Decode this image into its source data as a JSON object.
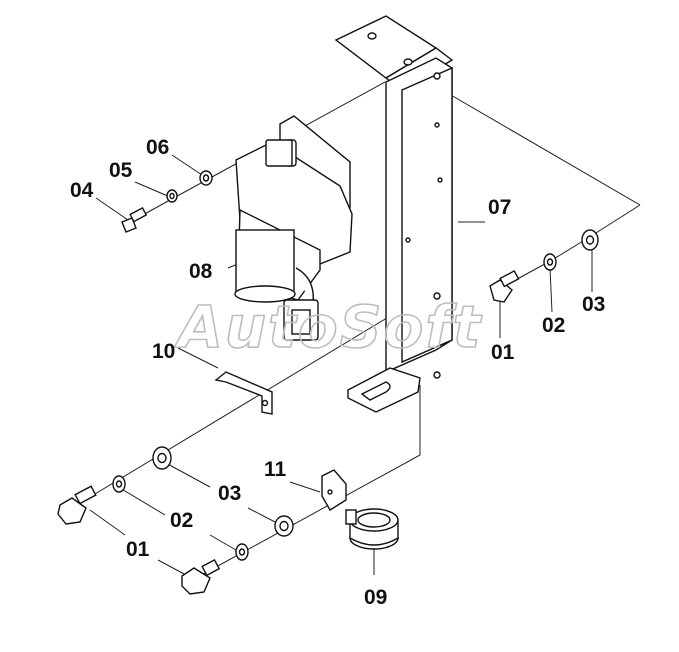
{
  "watermark": "AutoSoft",
  "labels": {
    "l06": "06",
    "l05": "05",
    "l04": "04",
    "l07": "07",
    "l08": "08",
    "l10": "10",
    "l02a": "02",
    "l03a": "03",
    "l01a": "01",
    "l11": "11",
    "l03b": "03",
    "l02b": "02",
    "l01b": "01",
    "l09": "09"
  }
}
